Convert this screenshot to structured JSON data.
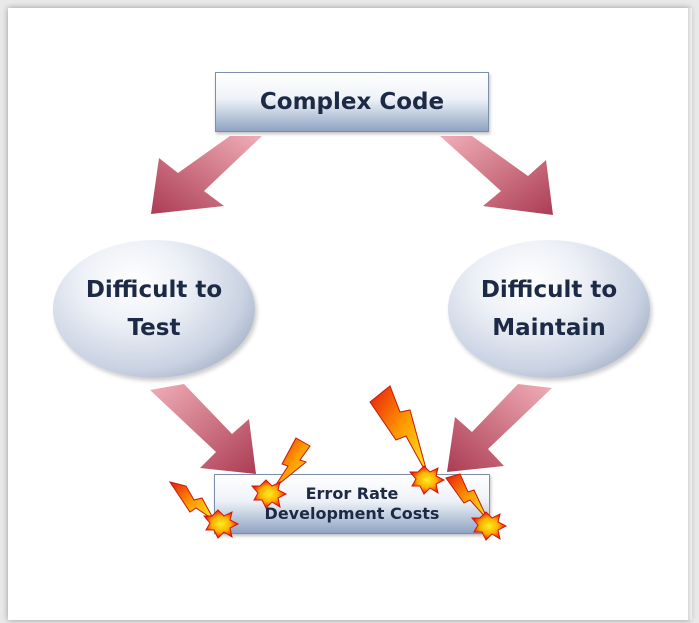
{
  "diagram": {
    "top_box": {
      "label": "Complex Code"
    },
    "left_node": {
      "line1": "Difficult to",
      "line2": "Test"
    },
    "right_node": {
      "line1": "Difficult to",
      "line2": "Maintain"
    },
    "bottom_box": {
      "line1": "Error Rate",
      "line2": "Development Costs"
    }
  },
  "colors": {
    "arrow_light": "#e89aa6",
    "arrow_dark": "#9c2b42",
    "box_text": "#1c2a46",
    "lightning_yellow": "#ffe81a",
    "lightning_red": "#e8190c"
  }
}
